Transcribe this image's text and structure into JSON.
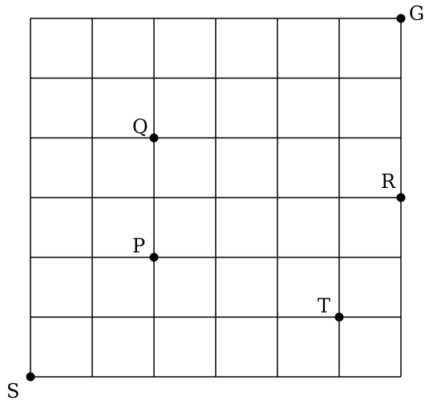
{
  "grid": {
    "columns": 6,
    "rows": 6,
    "line_color": "#000000"
  },
  "points": [
    {
      "id": "S",
      "label": "S",
      "col": 0,
      "row": 0
    },
    {
      "id": "G",
      "label": "G",
      "col": 6,
      "row": 6
    },
    {
      "id": "Q",
      "label": "Q",
      "col": 2,
      "row": 4
    },
    {
      "id": "R",
      "label": "R",
      "col": 6,
      "row": 3
    },
    {
      "id": "P",
      "label": "P",
      "col": 2,
      "row": 2
    },
    {
      "id": "T",
      "label": "T",
      "col": 5,
      "row": 1
    }
  ]
}
